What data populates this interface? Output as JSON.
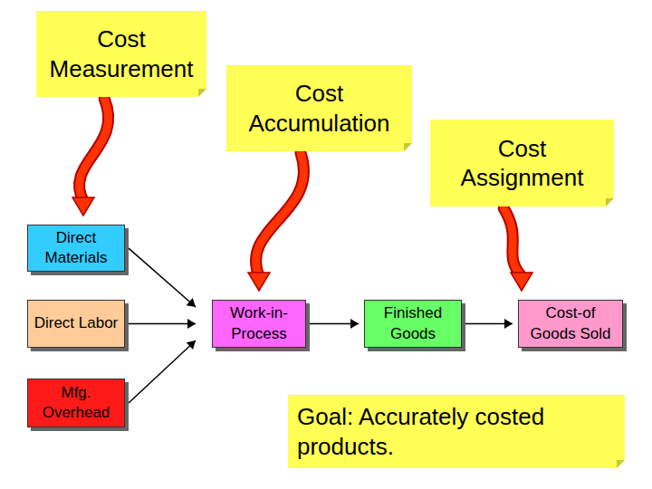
{
  "diagram": {
    "nodes": [
      {
        "text": [
          "Cost Measurement"
        ]
      },
      {
        "text": [
          "Cost Accumulation"
        ]
      },
      {
        "text": [
          "Cost Assignment"
        ]
      },
      {
        "text": [
          "Direct Materials"
        ]
      },
      {
        "text": [
          "Direct Labor"
        ]
      },
      {
        "text": [
          "Mfg. Overhead"
        ]
      },
      {
        "text": [
          "Work-in-Process"
        ]
      },
      {
        "text": [
          "Finished Goods"
        ]
      },
      {
        "text": [
          "Cost-of Goods Sold"
        ]
      },
      {
        "text": [
          "Goal: Accurately costed products."
        ]
      }
    ],
    "edges": [
      {
        "from": 0,
        "to": 3,
        "arrow": "to"
      },
      {
        "from": 1,
        "to": 6,
        "arrow": "to"
      },
      {
        "from": 2,
        "to": 8,
        "arrow": "to"
      },
      {
        "from": 3,
        "to": 6,
        "arrow": "to"
      },
      {
        "from": 4,
        "to": 6,
        "arrow": "to"
      },
      {
        "from": 5,
        "to": 6,
        "arrow": "to"
      },
      {
        "from": 6,
        "to": 7,
        "arrow": "to"
      },
      {
        "from": 7,
        "to": 8,
        "arrow": "to"
      }
    ]
  }
}
